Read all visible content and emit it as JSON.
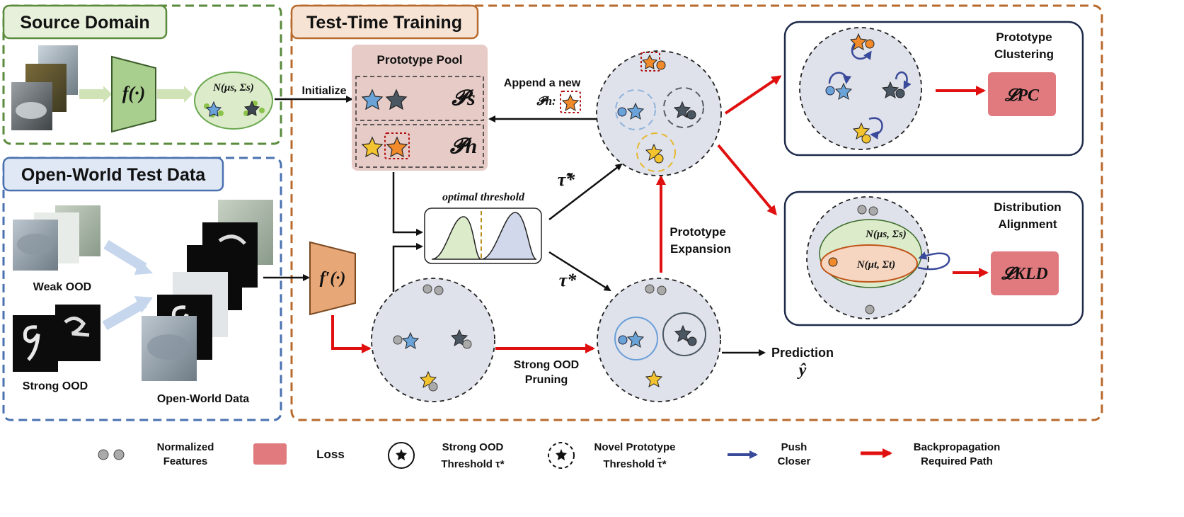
{
  "panels": {
    "source_title": "Source Domain",
    "openworld_title": "Open-World Test Data",
    "ttt_title": "Test-Time Training"
  },
  "source": {
    "f": "f(·)",
    "gaussian": "N(μs, Σs)"
  },
  "openworld": {
    "weak": "Weak OOD",
    "strong": "Strong OOD",
    "data": "Open-World Data",
    "f_prime": "f′(·)"
  },
  "ttt": {
    "pool_title": "Prototype Pool",
    "ps": "𝓟s",
    "pn": "𝓟n",
    "initialize": "Initialize",
    "append_line1": "Append a new",
    "append_line2": "𝓟n:",
    "optimal_threshold": "optimal threshold",
    "tau_tilde": "τ̃*",
    "tau": "τ*",
    "proto_expansion_1": "Prototype",
    "proto_expansion_2": "Expansion",
    "strong_pruning_1": "Strong OOD",
    "strong_pruning_2": "Pruning",
    "prediction": "Prediction",
    "y_hat": "ŷ",
    "clustering_1": "Prototype",
    "clustering_2": "Clustering",
    "loss_pc": "𝓛PC",
    "alignment_1": "Distribution",
    "alignment_2": "Alignment",
    "n_s": "N(μs, Σs)",
    "n_t": "N(μt, Σt)",
    "loss_kld": "𝓛KLD"
  },
  "legend": {
    "features_1": "Normalized",
    "features_2": "Features",
    "loss": "Loss",
    "strong_1": "Strong OOD",
    "strong_2": "Threshold τ*",
    "novel_1": "Novel Prototype",
    "novel_2": "Threshold τ̃*",
    "push_1": "Push",
    "push_2": "Closer",
    "backprop_1": "Backpropagation",
    "backprop_2": "Required Path"
  },
  "colors": {
    "source_border": "#5a8a3c",
    "openworld_border": "#4a72b0",
    "ttt_border": "#b86a2c",
    "pool_fill": "#e6cbc6",
    "loss_fill": "#e07a7e",
    "red_arrow": "#e01010",
    "push_arrow": "#3a4a9a",
    "cluster_fill": "#dfe2ea"
  }
}
